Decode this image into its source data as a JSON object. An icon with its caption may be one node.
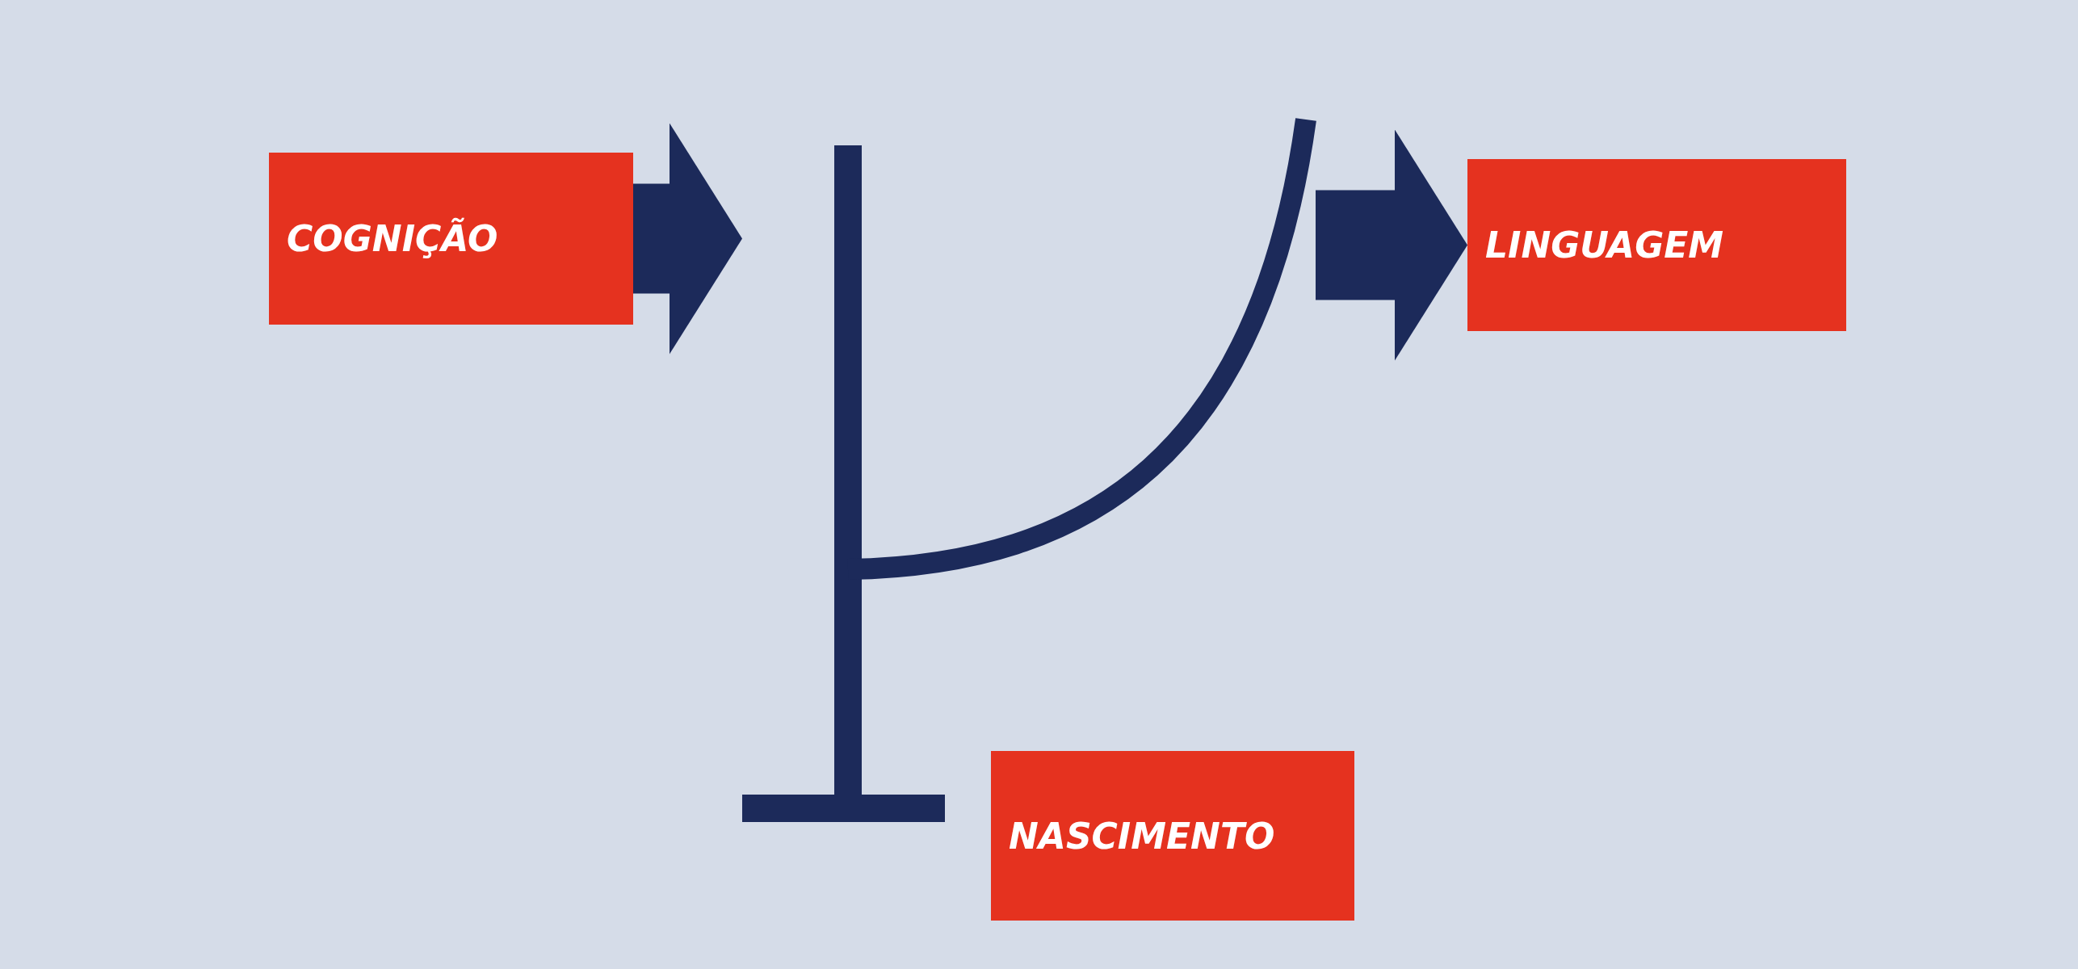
{
  "diagram": {
    "nodes": [
      {
        "text": [
          "COGNIÇÃO"
        ]
      },
      {
        "text": [
          "LINGUAGEM"
        ]
      },
      {
        "text": [
          "NASCIMENTO"
        ]
      },
      {
        "text": [],
        "shape": "picture"
      }
    ],
    "edges": [
      {
        "from": 0,
        "to": 3,
        "arrow": "to"
      },
      {
        "from": 3,
        "to": 1,
        "arrow": "to"
      }
    ]
  }
}
